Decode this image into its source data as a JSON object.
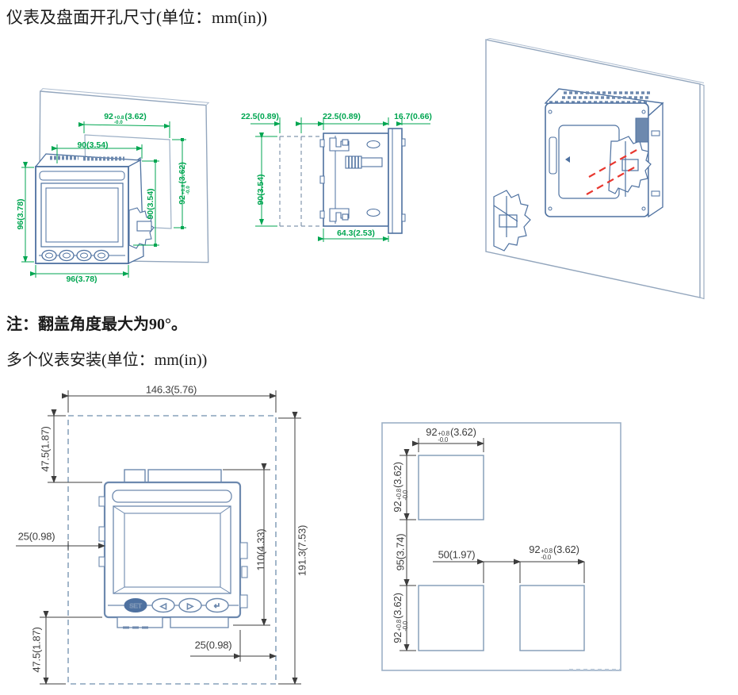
{
  "titles": {
    "main": "仪表及盘面开孔尺寸(单位：mm(in))",
    "note": "注：翻盖角度最大为90°。",
    "multi": "多个仪表安装(单位：mm(in))"
  },
  "tol": {
    "main": "92",
    "sup": "+0.8",
    "sub": "-0.0",
    "paren": "(3.62)"
  },
  "front_view": {
    "body_width_top": "90(3.54)",
    "body_height_left": "96(3.78)",
    "body_width_bottom": "96(3.78)",
    "body_height_inner": "90(3.54)"
  },
  "side_view": {
    "seg_left": "22.5(0.89)",
    "seg_mid": "22.5(0.89)",
    "seg_right": "16.7(0.66)",
    "height": "90(3.54)",
    "depth": "64.3(2.53)"
  },
  "multi_front": {
    "total_width": "146.3(5.76)",
    "top_margin": "47.5(1.87)",
    "left_offset": "25(0.98)",
    "meter_height": "110(4.33)",
    "total_height": "191.3(7.53)",
    "bottom_margin": "47.5(1.87)",
    "right_offset": "25(0.98)",
    "buttons": {
      "set": "SET",
      "prev": "◁",
      "next": "▷",
      "enter": "↵"
    }
  },
  "cutout_layout": {
    "v_gap": "95(3.74)",
    "h_gap": "50(1.97)"
  },
  "colors": {
    "dimension_green": "#00a651",
    "drawing_blue": "#4e71a0",
    "panel_gray": "#93a6bd",
    "dimension_dark": "#3d3d3d",
    "clip_red": "#e8372f"
  }
}
